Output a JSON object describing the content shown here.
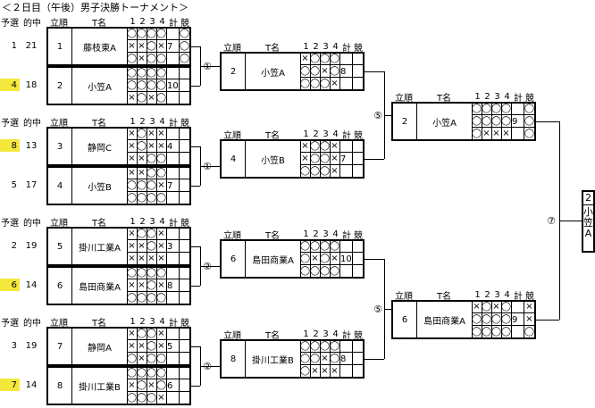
{
  "title": "＜２日目（午後）男子決勝トーナメント＞",
  "headers": {
    "yosen": "予選",
    "tekichu": "的中",
    "tachijun": "立順",
    "team": "T名",
    "ends": [
      "1",
      "2",
      "3",
      "4"
    ],
    "total": "計",
    "kyoso": "競"
  },
  "highlight_color": "#f5e83c",
  "first_round": [
    {
      "group": "A",
      "teams": [
        {
          "yosen": "1",
          "tekichu": "21",
          "tachijun": "1",
          "name": "藤枝東A",
          "total": "7",
          "highlight": false,
          "rows": [
            [
              "◯",
              "◯",
              "◯",
              "◯"
            ],
            [
              "×",
              "×",
              "◯",
              "×"
            ],
            [
              "◯",
              "×",
              "◯",
              "◯"
            ]
          ],
          "kyoso": [
            "◯",
            "◯",
            "◯"
          ]
        },
        {
          "yosen": "4",
          "tekichu": "18",
          "tachijun": "2",
          "name": "小笠A",
          "total": "10",
          "highlight": true,
          "rows": [
            [
              "◯",
              "◯",
              "◯",
              "◯"
            ],
            [
              "◯",
              "◯",
              "◯",
              "◯"
            ],
            [
              "×",
              "◯",
              "×",
              "◯"
            ]
          ],
          "kyoso": [
            "",
            "",
            ""
          ]
        }
      ]
    },
    {
      "group": "B",
      "teams": [
        {
          "yosen": "8",
          "tekichu": "13",
          "tachijun": "3",
          "name": "静岡C",
          "total": "4",
          "highlight": true,
          "rows": [
            [
              "×",
              "◯",
              "×",
              "×"
            ],
            [
              "×",
              "◯",
              "×",
              "×"
            ],
            [
              "×",
              "×",
              "◯",
              "◯"
            ]
          ],
          "kyoso": [
            "",
            "",
            ""
          ]
        },
        {
          "yosen": "5",
          "tekichu": "17",
          "tachijun": "4",
          "name": "小笠B",
          "total": "7",
          "highlight": false,
          "rows": [
            [
              "×",
              "×",
              "◯",
              "◯"
            ],
            [
              "◯",
              "◯",
              "◯",
              "×"
            ],
            [
              "◯",
              "◯",
              "◯",
              "◯"
            ]
          ],
          "kyoso": [
            "",
            "",
            ""
          ]
        }
      ]
    },
    {
      "group": "C",
      "teams": [
        {
          "yosen": "2",
          "tekichu": "19",
          "tachijun": "5",
          "name": "掛川工業A",
          "total": "3",
          "highlight": false,
          "rows": [
            [
              "×",
              "◯",
              "◯",
              "×"
            ],
            [
              "×",
              "×",
              "◯",
              "×"
            ],
            [
              "×",
              "×",
              "×",
              "×"
            ]
          ],
          "kyoso": [
            "",
            "",
            ""
          ]
        },
        {
          "yosen": "6",
          "tekichu": "14",
          "tachijun": "6",
          "name": "島田商業A",
          "total": "8",
          "highlight": true,
          "rows": [
            [
              "◯",
              "◯",
              "◯",
              "◯"
            ],
            [
              "×",
              "×",
              "◯",
              "×"
            ],
            [
              "◯",
              "◯",
              "◯",
              "◯"
            ]
          ],
          "kyoso": [
            "",
            "",
            ""
          ]
        }
      ]
    },
    {
      "group": "D",
      "teams": [
        {
          "yosen": "3",
          "tekichu": "19",
          "tachijun": "7",
          "name": "静岡A",
          "total": "5",
          "highlight": false,
          "rows": [
            [
              "×",
              "◯",
              "◯",
              "×"
            ],
            [
              "×",
              "×",
              "◯",
              "×"
            ],
            [
              "◯",
              "×",
              "◯",
              "◯"
            ]
          ],
          "kyoso": [
            "",
            "",
            ""
          ]
        },
        {
          "yosen": "7",
          "tekichu": "14",
          "tachijun": "8",
          "name": "掛川工業B",
          "total": "6",
          "highlight": true,
          "rows": [
            [
              "◯",
              "◯",
              "◯",
              "◯"
            ],
            [
              "×",
              "◯",
              "×",
              "◯"
            ],
            [
              "◯",
              "◯",
              "◯",
              "×"
            ]
          ],
          "kyoso": [
            "",
            "",
            ""
          ]
        }
      ]
    }
  ],
  "round_labels": {
    "r1": "①",
    "r2": "②",
    "r5": "⑤",
    "r7": "⑦"
  },
  "second_round": [
    {
      "tachijun": "2",
      "name": "小笠A",
      "total": "8",
      "rows": [
        [
          "×",
          "◯",
          "◯",
          "◯"
        ],
        [
          "◯",
          "◯",
          "×",
          "◯"
        ],
        [
          "◯",
          "◯",
          "◯",
          "×"
        ]
      ],
      "kyoso": [
        "",
        "",
        ""
      ]
    },
    {
      "tachijun": "4",
      "name": "小笠B",
      "total": "7",
      "rows": [
        [
          "×",
          "◯",
          "◯",
          "×"
        ],
        [
          "×",
          "◯",
          "◯",
          "×"
        ],
        [
          "◯",
          "◯",
          "◯",
          "×"
        ]
      ],
      "kyoso": [
        "",
        "",
        ""
      ]
    },
    {
      "tachijun": "6",
      "name": "島田商業A",
      "total": "10",
      "rows": [
        [
          "◯",
          "◯",
          "◯",
          "◯"
        ],
        [
          "◯",
          "×",
          "◯",
          "×"
        ],
        [
          "◯",
          "◯",
          "◯",
          "◯"
        ]
      ],
      "kyoso": [
        "",
        "",
        ""
      ]
    },
    {
      "tachijun": "8",
      "name": "掛川工業B",
      "total": "8",
      "rows": [
        [
          "◯",
          "◯",
          "◯",
          "◯"
        ],
        [
          "◯",
          "◯",
          "×",
          "◯"
        ],
        [
          "◯",
          "×",
          "×",
          "×"
        ]
      ],
      "kyoso": [
        "",
        "",
        ""
      ]
    }
  ],
  "semi_final": [
    {
      "tachijun": "2",
      "name": "小笠A",
      "total": "9",
      "rows": [
        [
          "◯",
          "◯",
          "◯",
          "◯"
        ],
        [
          "◯",
          "◯",
          "◯",
          "◯"
        ],
        [
          "◯",
          "×",
          "×",
          "×"
        ]
      ],
      "kyoso": [
        "◯",
        "◯",
        "◯"
      ]
    },
    {
      "tachijun": "6",
      "name": "島田商業A",
      "total": "9",
      "rows": [
        [
          "×",
          "◯",
          "×",
          "◯"
        ],
        [
          "◯",
          "◯",
          "◯",
          "◯"
        ],
        [
          "◯",
          "◯",
          "◯",
          "◯"
        ]
      ],
      "kyoso": [
        "×",
        "×",
        "◯"
      ]
    }
  ],
  "winner": {
    "tachijun": "2",
    "name_chars": [
      "小",
      "笠",
      "A"
    ]
  }
}
